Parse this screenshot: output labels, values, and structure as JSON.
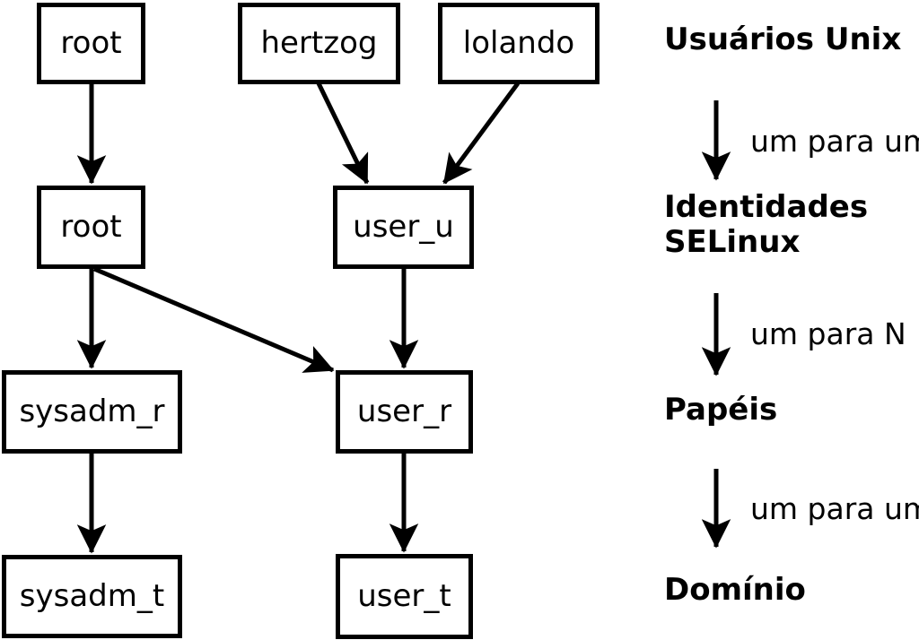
{
  "nodes": [
    {
      "id": "root-unix",
      "label": "root"
    },
    {
      "id": "hertzog",
      "label": "hertzog"
    },
    {
      "id": "lolando",
      "label": "lolando"
    },
    {
      "id": "root-selinux",
      "label": "root"
    },
    {
      "id": "user-u",
      "label": "user_u"
    },
    {
      "id": "sysadm-r",
      "label": "sysadm_r"
    },
    {
      "id": "user-r",
      "label": "user_r"
    },
    {
      "id": "sysadm-t",
      "label": "sysadm_t"
    },
    {
      "id": "user-t",
      "label": "user_t"
    }
  ],
  "edges": [
    {
      "from": "root (Unix)",
      "to": "root (SELinux)"
    },
    {
      "from": "hertzog",
      "to": "user_u"
    },
    {
      "from": "lolando",
      "to": "user_u"
    },
    {
      "from": "root (SELinux)",
      "to": "sysadm_r"
    },
    {
      "from": "root (SELinux)",
      "to": "user_r"
    },
    {
      "from": "user_u",
      "to": "user_r"
    },
    {
      "from": "sysadm_r",
      "to": "sysadm_t"
    },
    {
      "from": "user_r",
      "to": "user_t"
    }
  ],
  "legend": {
    "level1": "Usuários Unix",
    "arrow1": "um para um",
    "level2_line1": "Identidades",
    "level2_line2": "SELinux",
    "arrow2": "um para N",
    "level3": "Papéis",
    "arrow3": "um para um",
    "level4": "Domínio"
  },
  "colors": {
    "stroke": "#000000",
    "background": "#ffffff"
  }
}
